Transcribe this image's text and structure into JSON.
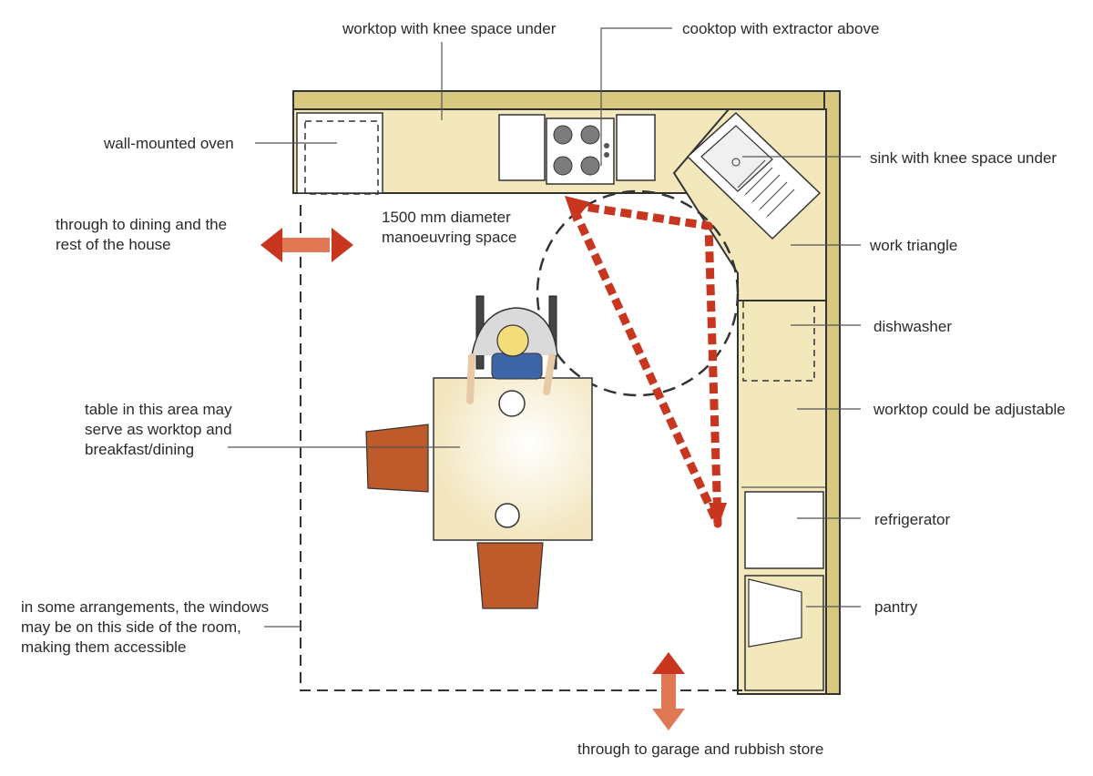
{
  "labels": {
    "worktop_knee": "worktop with knee space under",
    "cooktop": "cooktop with extractor above",
    "oven": "wall-mounted oven",
    "sink": "sink with knee space under",
    "dining": "through to dining and the\nrest of the house",
    "manoeuvring": "1500 mm diameter\nmanoeuvring space",
    "work_triangle": "work triangle",
    "dishwasher": "dishwasher",
    "table": "table in this area may\nserve as worktop and\nbreakfast/dining",
    "worktop_adjustable": "worktop could be adjustable",
    "refrigerator": "refrigerator",
    "pantry": "pantry",
    "windows": "in some arrangements, the windows\nmay be on this side of the room,\nmaking them accessible",
    "garage": "through to garage and rubbish store"
  },
  "colors": {
    "bench": "#f3e8bb",
    "wall": "#d8c880",
    "line": "#3a3a3a",
    "arrow_red": "#c8361f",
    "arrow_orange": "#e07855",
    "chair": "#bf5a2a",
    "table": "#f6eccc",
    "person_hair": "#f3dc7a",
    "person_shirt": "#3d65a8"
  },
  "icons": {
    "oven": "oven-icon",
    "cooktop": "cooktop-icon",
    "sink": "sink-icon",
    "wheelchair_user": "wheelchair-user-icon"
  }
}
